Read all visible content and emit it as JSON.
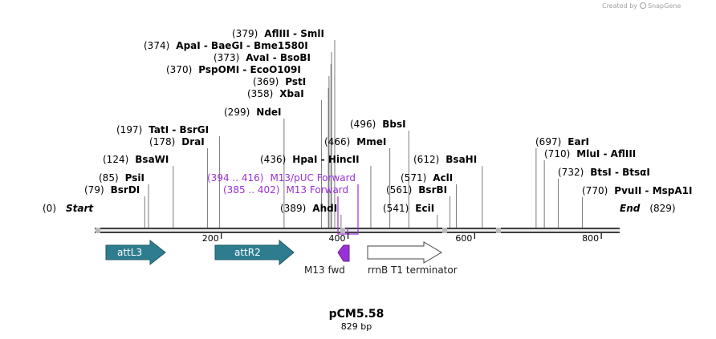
{
  "title": "pCM5.58",
  "length_label": "829 bp",
  "brand": {
    "prefix": "Created by",
    "name": "SnapGene"
  },
  "colors": {
    "primer": "#9b30d9",
    "feature": "#2e7d8f",
    "terminator": "#ffffff",
    "m13fwd": "#9b30d9"
  },
  "ticks": [
    {
      "pos": 200,
      "label": "200"
    },
    {
      "pos": 400,
      "label": "400"
    },
    {
      "pos": 600,
      "label": "600"
    },
    {
      "pos": 800,
      "label": "800"
    }
  ],
  "start": {
    "pos": "(0)",
    "name": "Start"
  },
  "end": {
    "pos": "(829)",
    "name": "End"
  },
  "sites": [
    {
      "pos": "(379)",
      "name": "AflIII  - SmlI",
      "bp": 379
    },
    {
      "pos": "(374)",
      "name": "ApaI  - BaeGI  - Bme1580I",
      "bp": 374
    },
    {
      "pos": "(373)",
      "name": "AvaI  - BsoBI",
      "bp": 373
    },
    {
      "pos": "(370)",
      "name": "PspOMI  - EcoO109I",
      "bp": 370
    },
    {
      "pos": "(369)",
      "name": "PstI",
      "bp": 369
    },
    {
      "pos": "(358)",
      "name": "XbaI",
      "bp": 358
    },
    {
      "pos": "(299)",
      "name": "NdeI",
      "bp": 299
    },
    {
      "pos": "(496)",
      "name": "BbsI",
      "bp": 496
    },
    {
      "pos": "(197)",
      "name": "TatI  - BsrGI",
      "bp": 197
    },
    {
      "pos": "(178)",
      "name": "DraI",
      "bp": 178
    },
    {
      "pos": "(466)",
      "name": "MmeI",
      "bp": 466
    },
    {
      "pos": "(697)",
      "name": "EarI",
      "bp": 697
    },
    {
      "pos": "(710)",
      "name": "MluI  - AflIII",
      "bp": 710
    },
    {
      "pos": "(124)",
      "name": "BsaWI",
      "bp": 124
    },
    {
      "pos": "(436)",
      "name": "HpaI  - HincII",
      "bp": 436
    },
    {
      "pos": "(612)",
      "name": "BsaHI",
      "bp": 612
    },
    {
      "pos": "(732)",
      "name": "BtsI  - BtsαI",
      "bp": 732
    },
    {
      "pos": "(85)",
      "name": "PsiI",
      "bp": 85
    },
    {
      "pos": "(571)",
      "name": "AclI",
      "bp": 571
    },
    {
      "pos": "(79)",
      "name": "BsrDI",
      "bp": 79
    },
    {
      "pos": "(561)",
      "name": "BsrBI",
      "bp": 561
    },
    {
      "pos": "(770)",
      "name": "PvuII  - MspA1I",
      "bp": 770
    },
    {
      "pos": "(389)",
      "name": "AhdI",
      "bp": 389
    },
    {
      "pos": "(541)",
      "name": "EciI",
      "bp": 541
    }
  ],
  "primers": [
    {
      "range": "(394 .. 416)",
      "name": "M13/pUC Forward"
    },
    {
      "range": "(385 .. 402)",
      "name": "M13 Forward"
    }
  ],
  "features": [
    {
      "name": "attL3",
      "labeled": false
    },
    {
      "name": "attR2",
      "labeled": false
    },
    {
      "name": "M13 fwd",
      "labeled": true
    },
    {
      "name": "rrnB T1 terminator",
      "labeled": true
    }
  ]
}
